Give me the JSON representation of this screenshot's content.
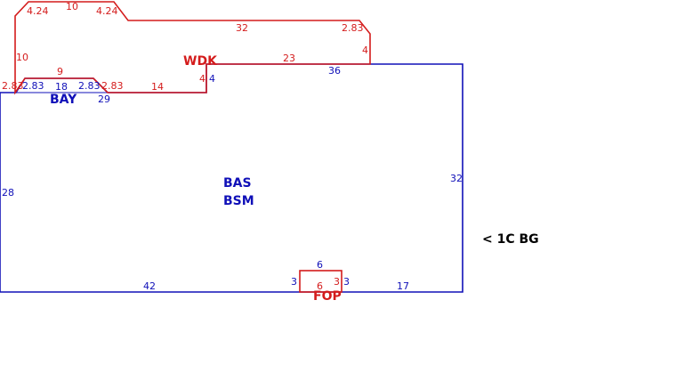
{
  "colors": {
    "main": "#1010b8",
    "deck": "#d41c1c",
    "note": "#000000",
    "background": "#ffffff"
  },
  "areas": {
    "bas": "BAS",
    "bsm": "BSM",
    "bay": "BAY",
    "wdk": "WDK",
    "fop": "FOP"
  },
  "note": "< 1C BG",
  "dimensions": {
    "main": {
      "top": "36",
      "right": "32",
      "bottom_left": "42",
      "bottom_right": "17",
      "left": "28",
      "top_left_segment": "29",
      "step": "4"
    },
    "bay": {
      "width": "18",
      "left_diag": "2.83",
      "right_diag": "2.83"
    },
    "deck": {
      "top_left_edge": "10",
      "top_left_diag": "4.24",
      "top_edge": "10",
      "top_right_diag": "4.24",
      "top_long": "32",
      "right_diag": "2.83",
      "right_side": "4",
      "mid_edge": "23",
      "step": "4",
      "bottom_edge": "14",
      "bay_top": "9",
      "diag_left": "2.83",
      "diag_right": "2.83"
    },
    "porch": {
      "top": "6",
      "bottom": "6",
      "left": "3",
      "right_inner": "3",
      "right": "3"
    }
  }
}
